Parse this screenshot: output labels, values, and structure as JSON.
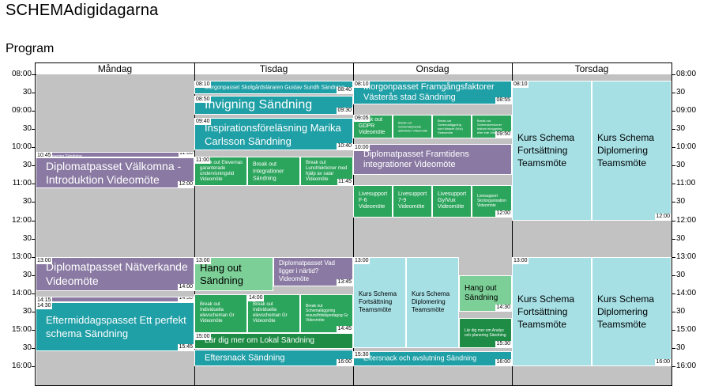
{
  "app_title": "SCHEMAdigidagarna",
  "section_title": "Program",
  "days": [
    "Måndag",
    "Tisdag",
    "Onsdag",
    "Torsdag"
  ],
  "time_labels": [
    "08:00",
    "30",
    "09:00",
    "30",
    "10:00",
    "30",
    "11:00",
    "30",
    "12:00",
    "30",
    "13:00",
    "30",
    "14:00",
    "30",
    "15:00",
    "30",
    "16:00"
  ],
  "colors": {
    "teal": "#1f9fa6",
    "purple": "#8a7aa3",
    "green": "#2ca55c",
    "light_green": "#7ccf96",
    "dark_green": "#1e8c45",
    "light_teal": "#a6e0e5",
    "empty": "#c2c2c2"
  },
  "events": [
    {
      "text": "Diplomatpasset Välkomna - Introduktion Videomöte",
      "start": "",
      "end": "12:00"
    },
    {
      "text": "Planering Sändning",
      "start": "10:45",
      "end": "11:00"
    },
    {
      "text": "Diplomatpasset Nätverkande Videomöte",
      "start": "13:00",
      "end": "14:00"
    },
    {
      "text": "",
      "start": "14:15",
      "end": "14:30"
    },
    {
      "text": "Eftermiddagspasset Ett perfekt schema Sändning",
      "start": "14:30",
      "end": "15:45"
    },
    {
      "text": "Morgonpasset Skolgårdsläraren Gustav Sundh Sändning",
      "start": "08:10",
      "end": "08:40"
    },
    {
      "text": "Invigning     Sändning",
      "start": "08:50",
      "end": "09:30"
    },
    {
      "text": "Inspirationsföreläsning Marika Carlsson Sändning",
      "start": "09:40",
      "end": "10:40"
    },
    {
      "text": "Break out Elevernas garanterade undervisningstid Videomöte",
      "start": "11:00",
      "end": ""
    },
    {
      "text": "Break out Integrationer Sändning",
      "start": "",
      "end": ""
    },
    {
      "text": "Break out Lunchlektioner med hjälp av salar Videomöte",
      "start": "",
      "end": "11:45"
    },
    {
      "text": "Hang out Sändning",
      "start": "13:00",
      "end": ""
    },
    {
      "text": "Diplomatpasset Vad ligger i närtid? Videomöte",
      "start": "",
      "end": "13:45"
    },
    {
      "text": "Break out Individuella elevscheman Gr Videomöte",
      "start": "",
      "end": ""
    },
    {
      "text": "Break out Individuella elevscheman Gr Videomöte",
      "start": "14:00",
      "end": ""
    },
    {
      "text": "Break out Schemaläggning resurs/fritidspedagog Gr Videomöte",
      "start": "",
      "end": "14:45"
    },
    {
      "text": "Lär dig mer om Lokal Sändning",
      "start": "15:00",
      "end": ""
    },
    {
      "text": "Eftersnack Sändning",
      "start": "",
      "end": "16:00"
    },
    {
      "text": "Morgonpasset Framgångsfaktorer Västerås stad Sändning",
      "start": "08:10",
      "end": "08:55"
    },
    {
      "text": "Break out GDPR Videomöte",
      "start": "09:05",
      "end": ""
    },
    {
      "text": "Break out Schemabyrande aktiviteter Videomöte",
      "start": "",
      "end": ""
    },
    {
      "text": "Break out Schemaläggning som klasser (Vux) Videomöte",
      "start": "",
      "end": ""
    },
    {
      "text": "Break out Schemaversioner bakom inloggning eller inte Videomöte",
      "start": "",
      "end": "09:50"
    },
    {
      "text": "Diplomatpasset Framtidens integrationer Videomöte",
      "start": "10:00",
      "end": ""
    },
    {
      "text": "Livesupport F-6 Videomöte",
      "start": "",
      "end": ""
    },
    {
      "text": "Livesupport 7-9 Videomöte",
      "start": "",
      "end": ""
    },
    {
      "text": "Livesupport Gy/Vux Videomöte",
      "start": "",
      "end": ""
    },
    {
      "text": "Livesupport Skolorganisation Videomöte",
      "start": "",
      "end": "12:00"
    },
    {
      "text": "Kurs Schema Fortsättning Teamsmöte",
      "start": "13:00",
      "end": ""
    },
    {
      "text": "Kurs Schema Diplomering Teamsmöte",
      "start": "",
      "end": ""
    },
    {
      "text": "Hang out Sändning",
      "start": "",
      "end": "14:30"
    },
    {
      "text": "Lär dig mer om Analys och planering Sändning",
      "start": "",
      "end": "15:30"
    },
    {
      "text": "Eftersnack och avslutning Sändning",
      "start": "15:30",
      "end": "16:00"
    },
    {
      "text": "Kurs Schema Fortsättning Teamsmöte",
      "start": "08:10",
      "end": ""
    },
    {
      "text": "Kurs Schema Diplomering Teamsmöte",
      "start": "",
      "end": "12:00"
    },
    {
      "text": "Kurs Schema Fortsättning Teamsmöte",
      "start": "13:00",
      "end": ""
    },
    {
      "text": "Kurs Schema Diplomering Teamsmöte",
      "start": "",
      "end": "16:00"
    }
  ]
}
